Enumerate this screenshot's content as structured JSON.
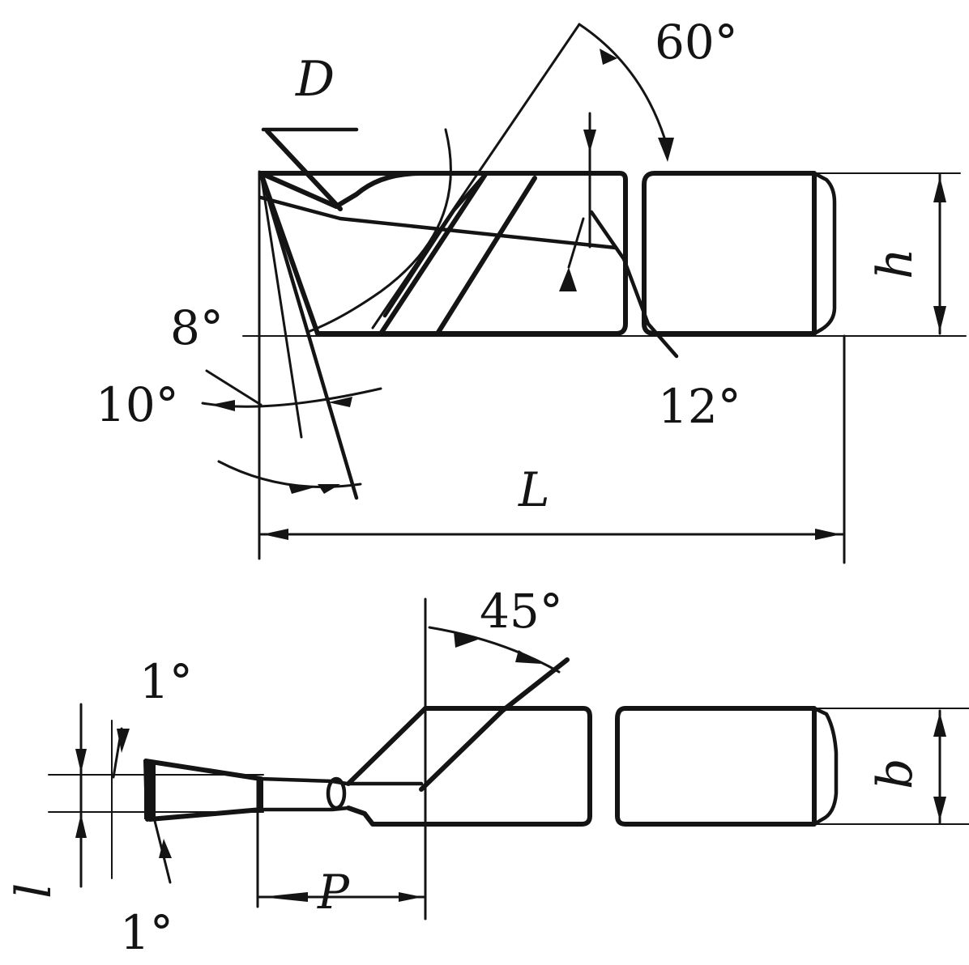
{
  "figure": {
    "labels": {
      "D": "D",
      "angle_60": "60°",
      "angle_8": "8°",
      "angle_10": "10°",
      "angle_12": "12°",
      "L": "L",
      "h": "h",
      "angle_45": "45°",
      "angle_1_top": "1°",
      "angle_1_bottom": "1°",
      "b": "b",
      "l": "l",
      "P": "P"
    },
    "colors": {
      "ink": "#141414",
      "paper": "#ffffff"
    }
  }
}
